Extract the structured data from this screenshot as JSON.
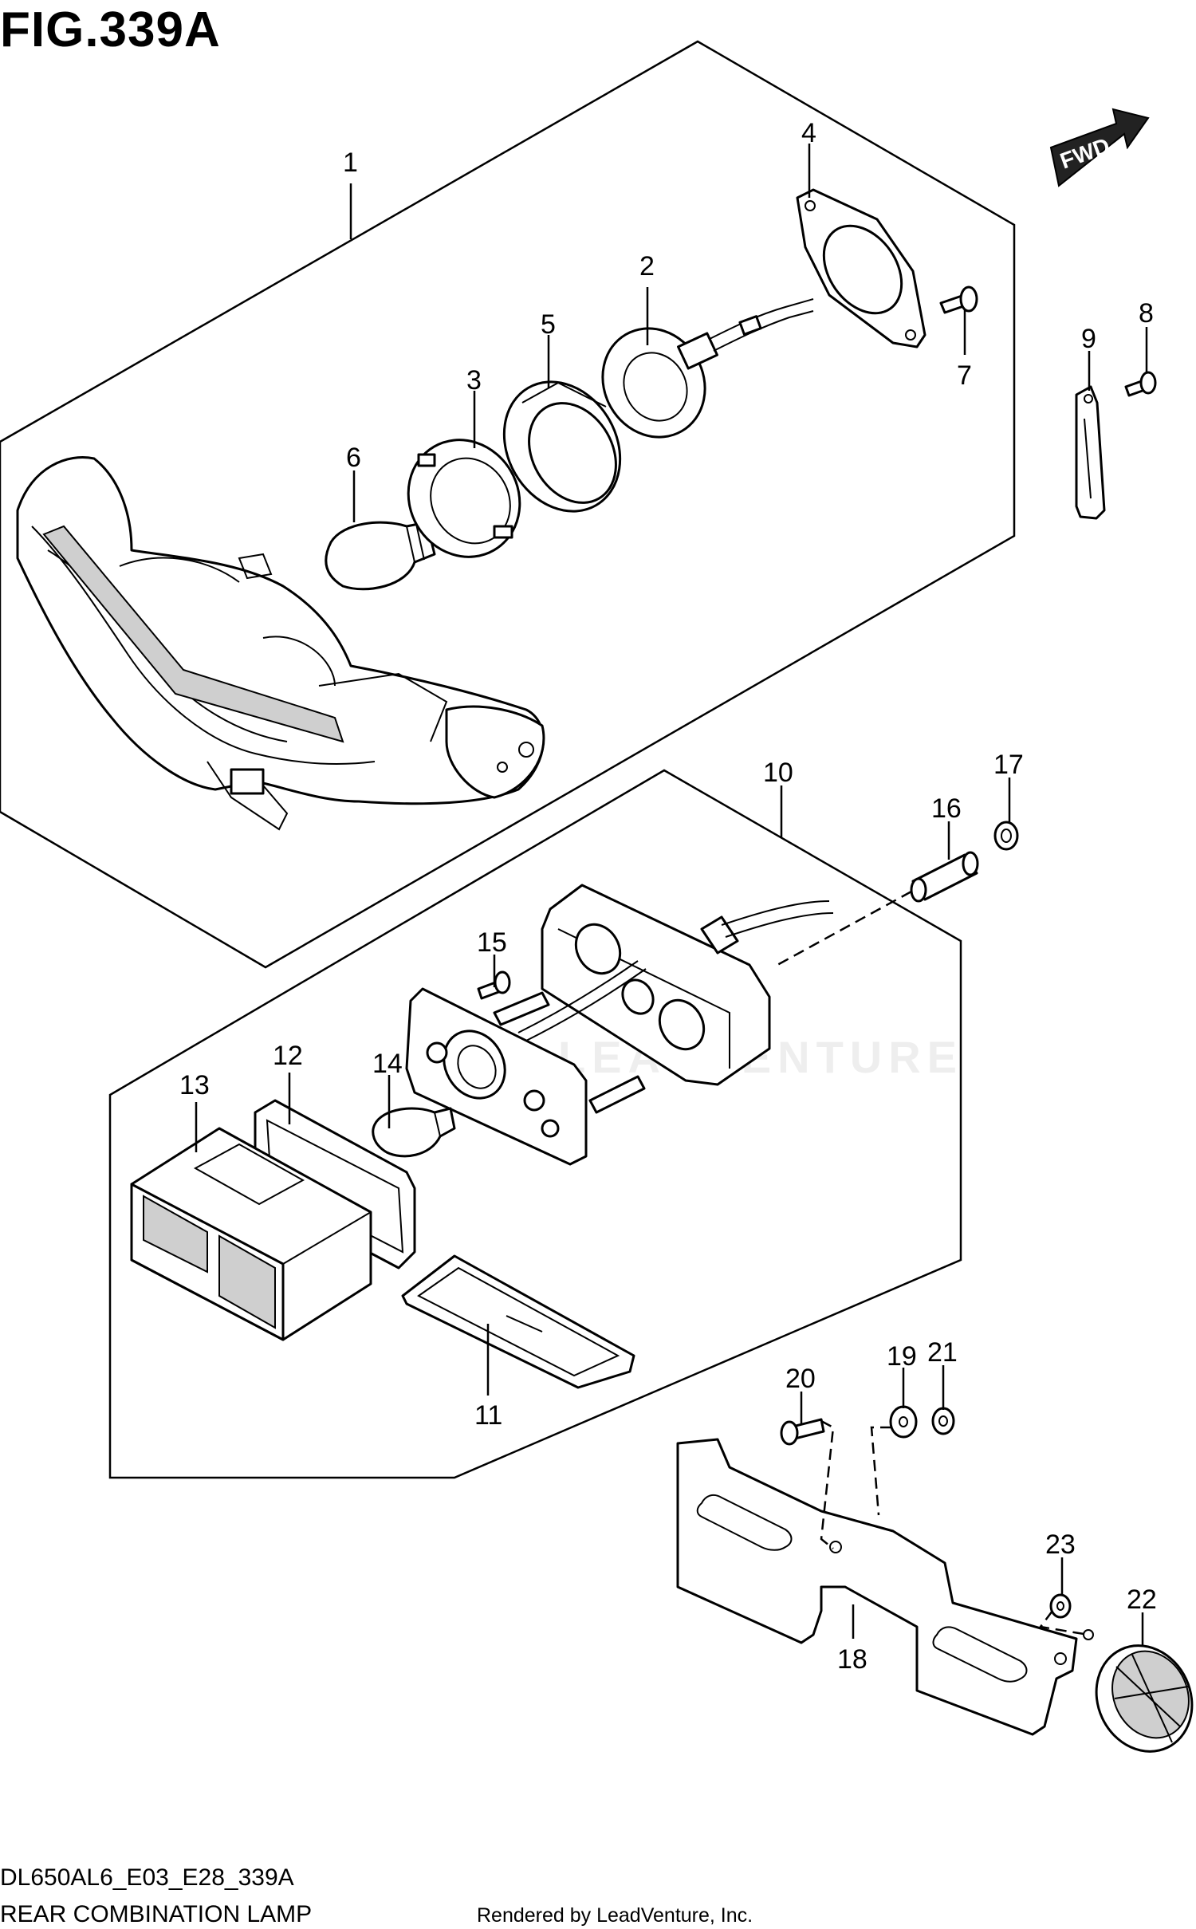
{
  "figure": {
    "title": "FIG.339A",
    "code": "DL650AL6_E03_E28_339A",
    "name": "REAR COMBINATION LAMP",
    "credit": "Rendered by LeadVenture, Inc.",
    "watermark": "LEADVENTURE",
    "direction_label": "FWD"
  },
  "callouts": {
    "c1": "1",
    "c2": "2",
    "c3": "3",
    "c4": "4",
    "c5": "5",
    "c6": "6",
    "c7": "7",
    "c8": "8",
    "c9": "9",
    "c10": "10",
    "c11": "11",
    "c12": "12",
    "c13": "13",
    "c14": "14",
    "c15": "15",
    "c16": "16",
    "c17": "17",
    "c18": "18",
    "c19": "19",
    "c20": "20",
    "c21": "21",
    "c22": "22",
    "c23": "23"
  }
}
